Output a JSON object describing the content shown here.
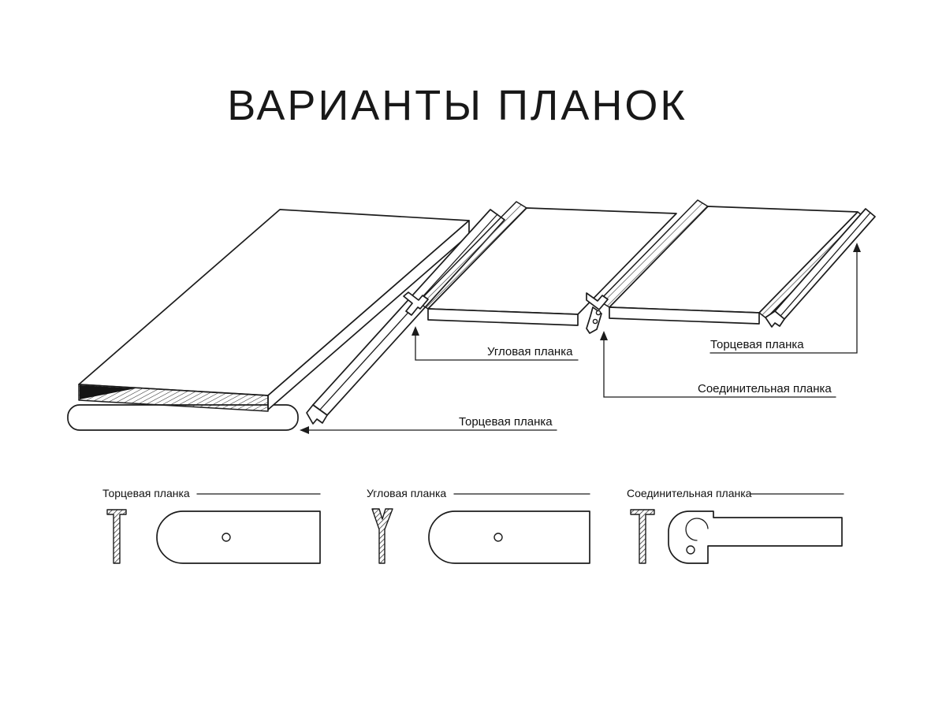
{
  "title": "ВАРИАНТЫ ПЛАНОК",
  "colors": {
    "ink": "#1c1c1c",
    "background": "#ffffff"
  },
  "diagram": {
    "callouts": {
      "end_strip_bottom": "Торцевая планка",
      "corner_strip": "Угловая планка",
      "end_strip_right": "Торцевая планка",
      "connector_strip": "Соединительная планка"
    },
    "cross_sections": [
      {
        "label": "Торцевая планка"
      },
      {
        "label": "Угловая планка"
      },
      {
        "label": "Соединительная планка"
      }
    ]
  }
}
